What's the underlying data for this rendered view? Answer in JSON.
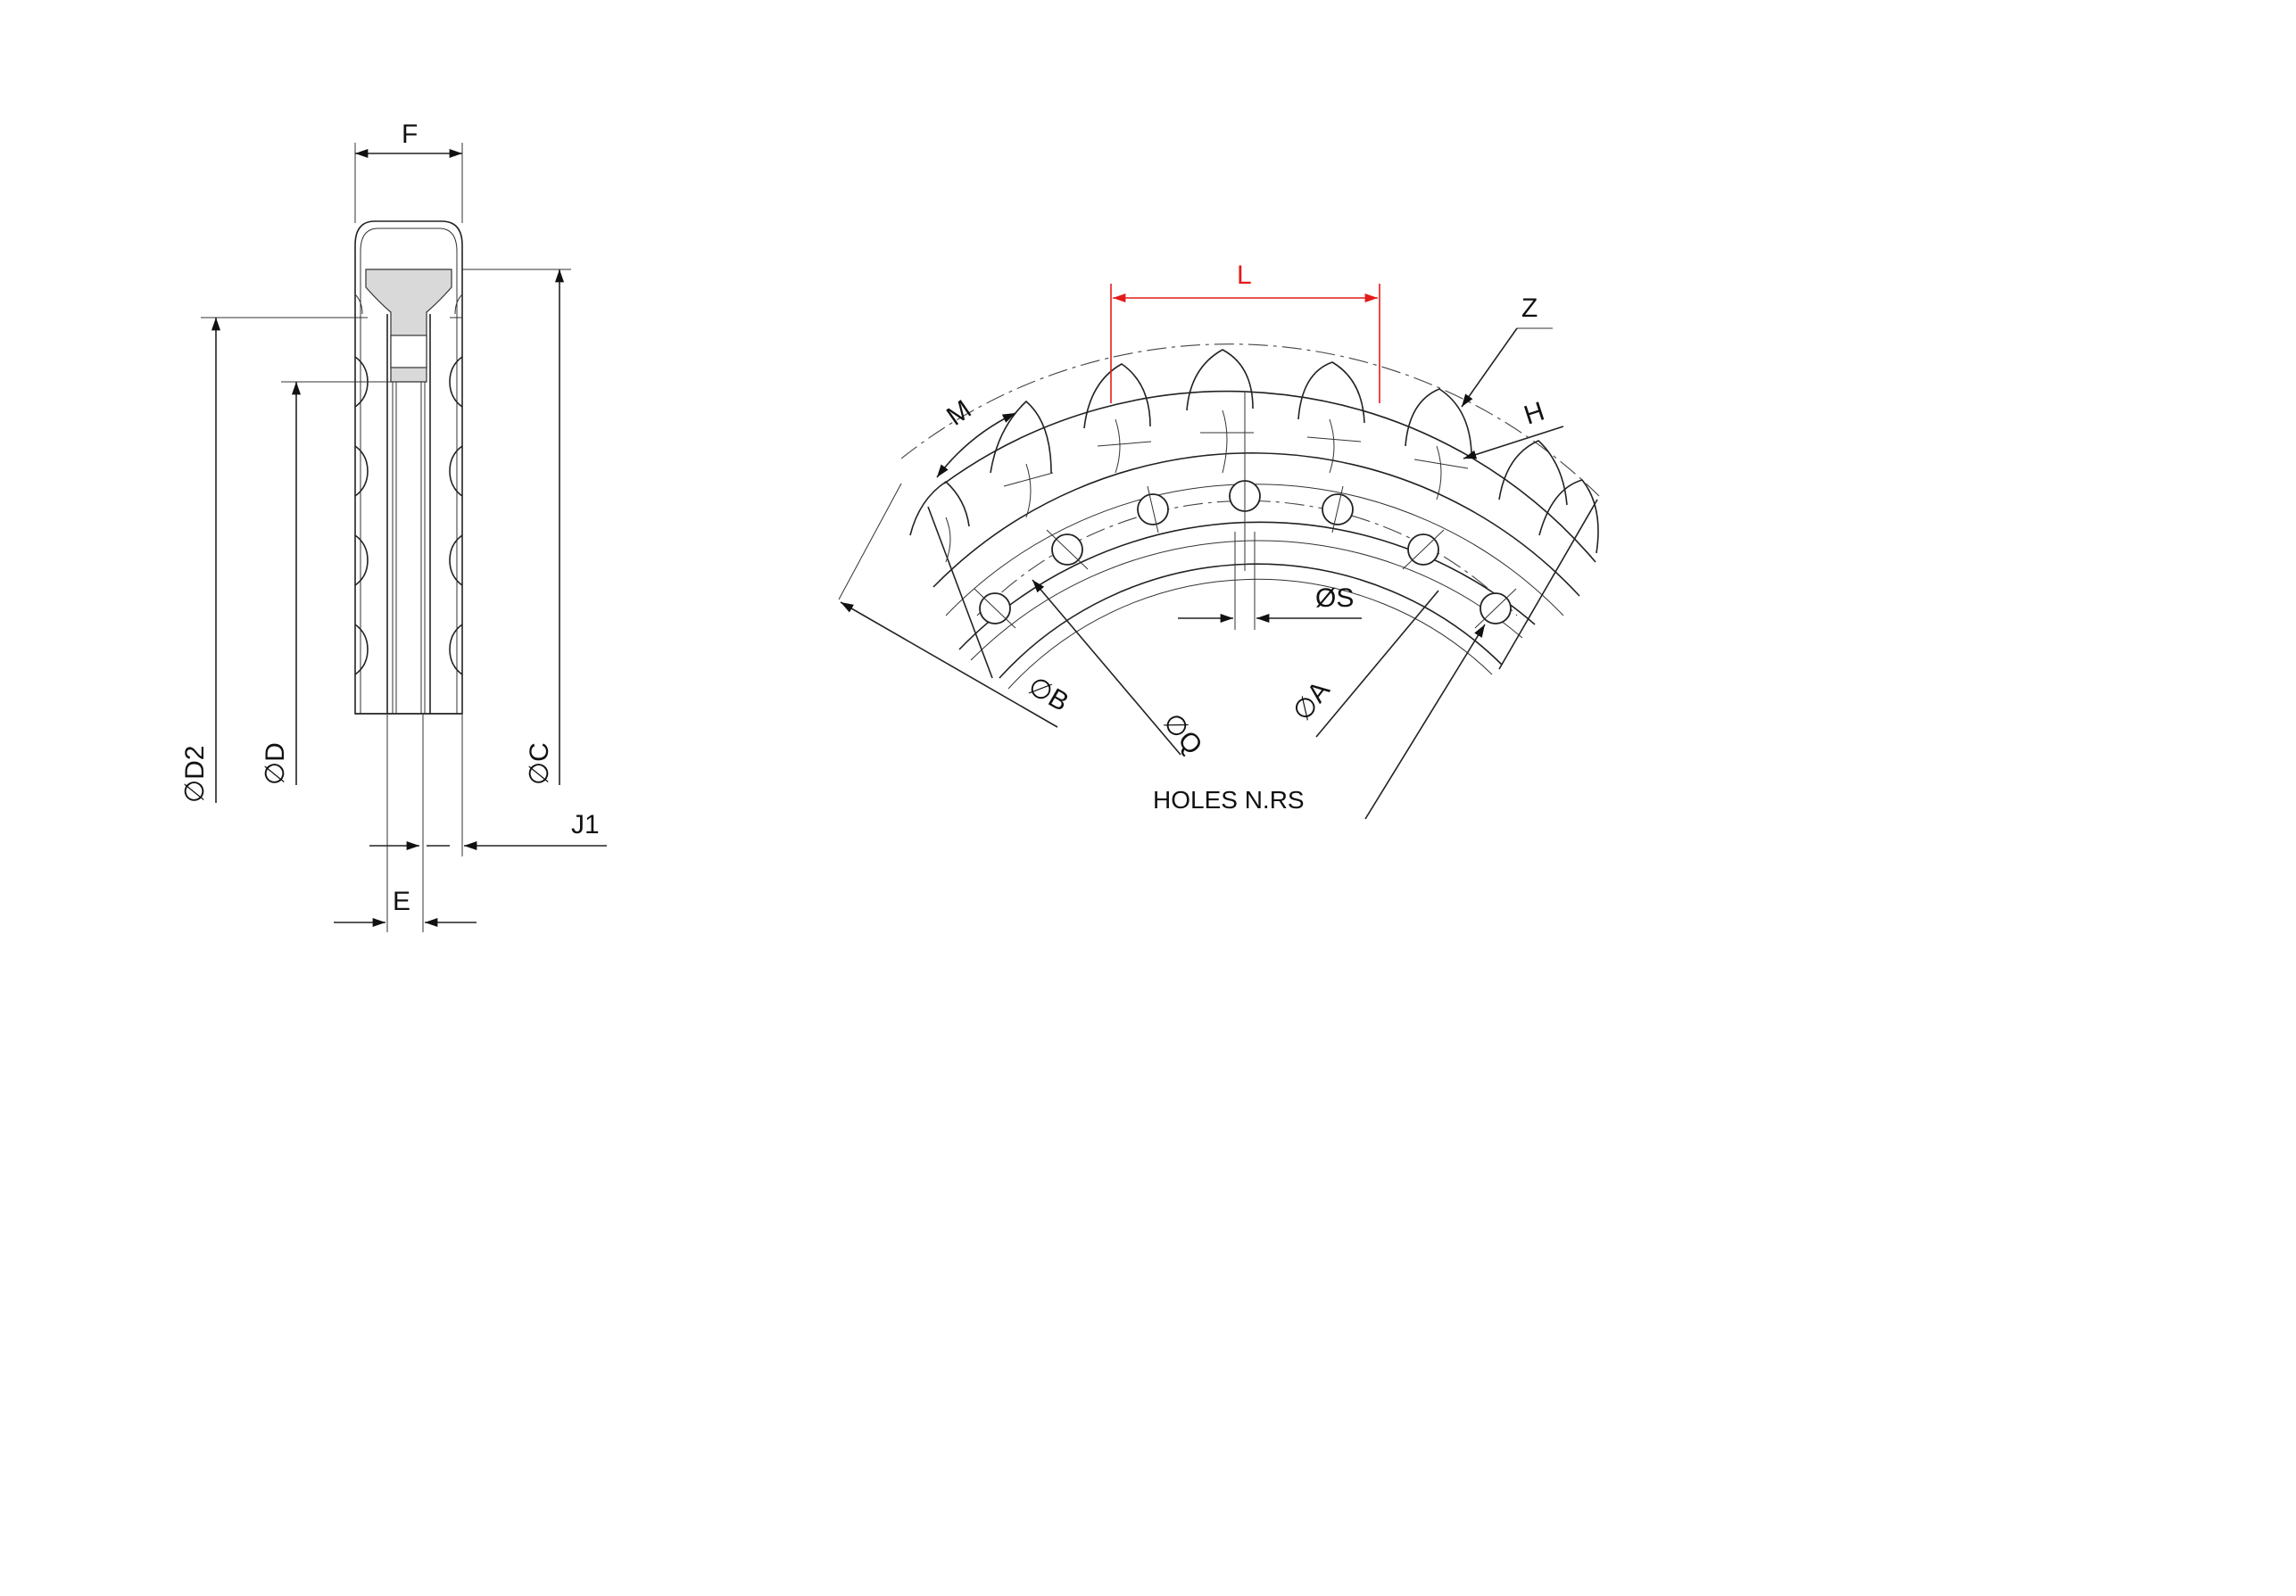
{
  "labels": {
    "F": "F",
    "D2": "∅D2",
    "D": "∅D",
    "C": "∅C",
    "J1": "J1",
    "E": "E",
    "L": "L",
    "Z": "Z",
    "M": "M",
    "H": "H",
    "S": "ØS",
    "B": "∅B",
    "Q": "∅Q",
    "A": "∅A",
    "holes_note": "HOLES N.RS"
  },
  "colors": {
    "line": "#222222",
    "highlight": "#e41b1b",
    "section_fill": "#d9d9d9",
    "background": "#ffffff"
  },
  "sprocket": {
    "teeth_shown": 8,
    "holes_shown": 7
  }
}
